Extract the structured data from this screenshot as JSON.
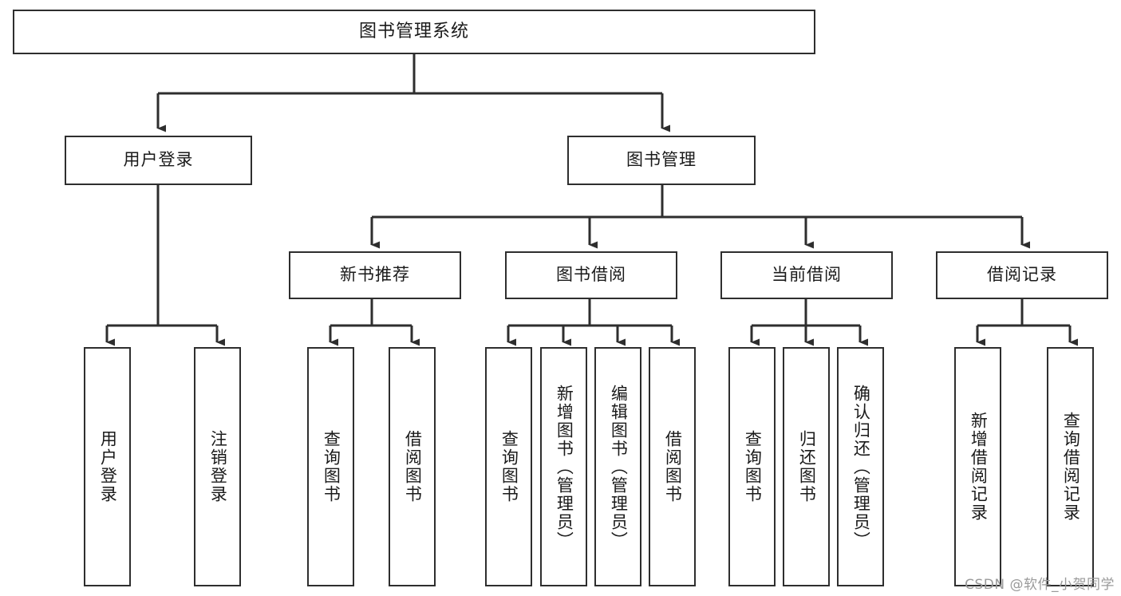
{
  "diagram": {
    "title": "图书管理系统",
    "root": {
      "label": "图书管理系统"
    },
    "level2": [
      {
        "label": "用户登录"
      },
      {
        "label": "图书管理"
      }
    ],
    "level3": [
      {
        "label": "新书推荐"
      },
      {
        "label": "图书借阅"
      },
      {
        "label": "当前借阅"
      },
      {
        "label": "借阅记录"
      }
    ],
    "leaves": {
      "user_login": [
        {
          "label": "用户登录"
        },
        {
          "label": "注销登录"
        }
      ],
      "new_book": [
        {
          "label": "查询图书"
        },
        {
          "label": "借阅图书"
        }
      ],
      "book_borrow": [
        {
          "label": "查询图书"
        },
        {
          "label": "新增图书（管理员）"
        },
        {
          "label": "编辑图书（管理员）"
        },
        {
          "label": "借阅图书"
        }
      ],
      "current_borrow": [
        {
          "label": "查询图书"
        },
        {
          "label": "归还图书"
        },
        {
          "label": "确认归还（管理员）"
        }
      ],
      "borrow_record": [
        {
          "label": "新增借阅记录"
        },
        {
          "label": "查询借阅记录"
        }
      ]
    }
  },
  "watermark": {
    "text": "CSDN @软件_小贺同学"
  },
  "colors": {
    "stroke": "#2e2e2e",
    "background": "#ffffff",
    "text": "#1a1a1a",
    "watermark": "#9a9a9a"
  }
}
